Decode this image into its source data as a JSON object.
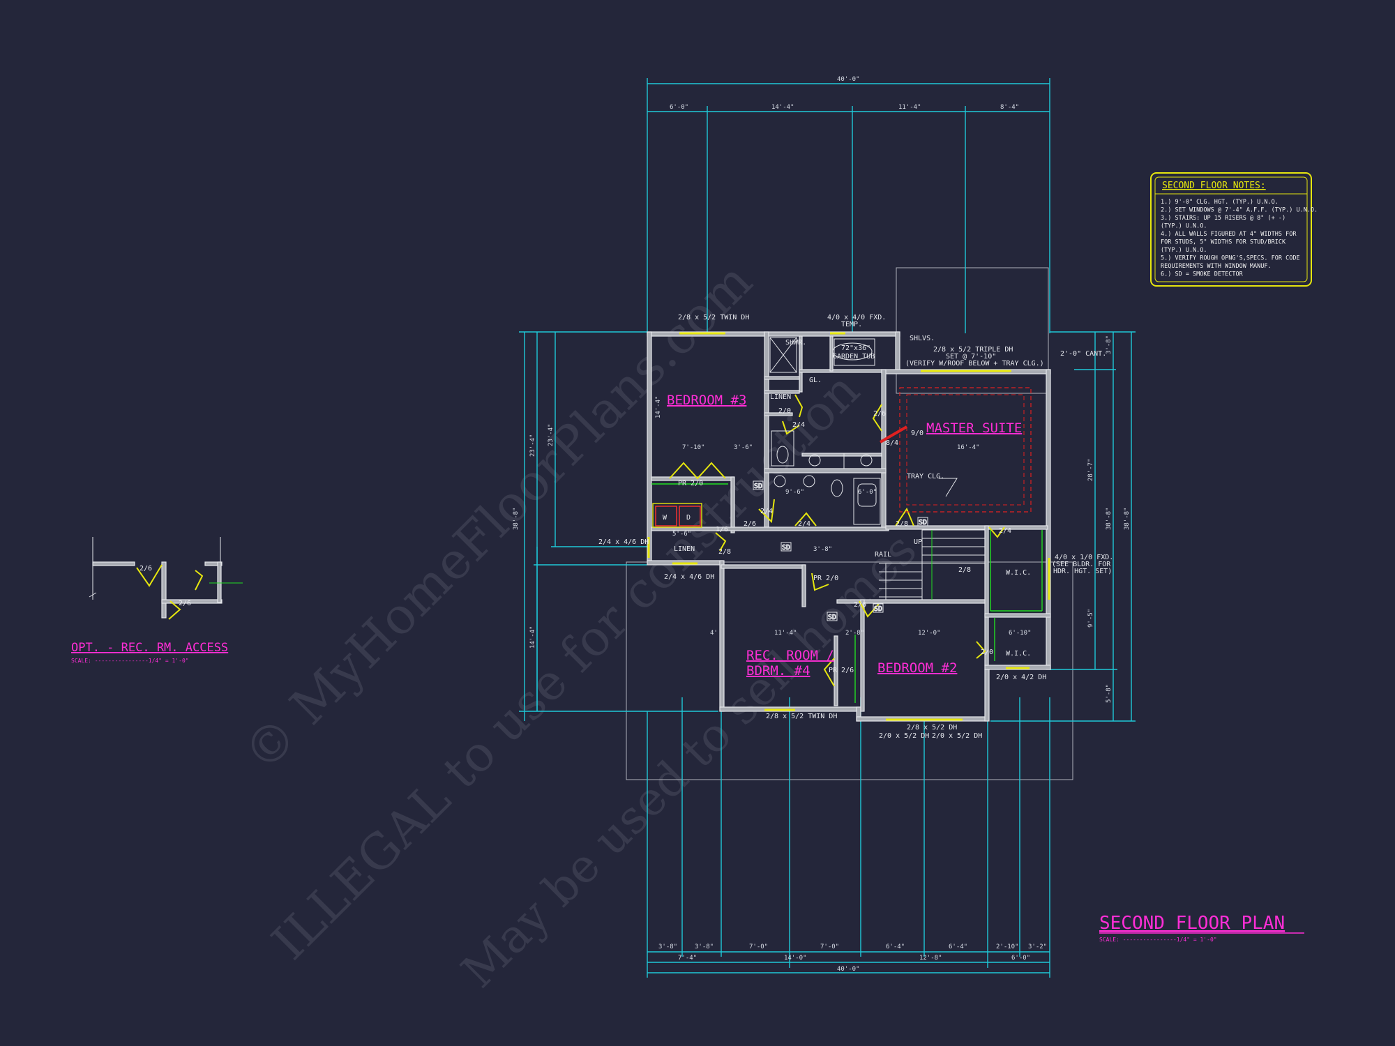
{
  "watermark": {
    "line1": "© MyHomeFloorPlans.com",
    "line2": "ILLEGAL to use for construction",
    "line3": "May be used to sell homes"
  },
  "plan_title": "SECOND FLOOR PLAN",
  "plan_scale": "SCALE: ----------------1/4\" = 1'-0\"",
  "inset_title": "OPT. - REC. RM. ACCESS",
  "inset_scale": "SCALE: ----------------1/4\" = 1'-0\"",
  "notes": {
    "title": "SECOND FLOOR NOTES:",
    "lines": [
      "1.) 9'-0\" CLG. HGT. (TYP.) U.N.O.",
      "2.) SET WINDOWS @ 7'-4\" A.F.F. (TYP.) U.N.O.",
      "3.) STAIRS: UP 15 RISERS @ 8\" (+ -)",
      "    (TYP.) U.N.O.",
      "4.) ALL WALLS FIGURED AT 4\" WIDTHS FOR",
      "    FOR STUDS, 5\" WIDTHS FOR STUD/BRICK",
      "    (TYP.) U.N.O.",
      "5.) VERIFY ROUGH OPNG'S,SPECS. FOR CODE",
      "    REQUIREMENTS WITH WINDOW MANUF.",
      "6.) SD = SMOKE DETECTOR"
    ]
  },
  "rooms": {
    "bedroom3": "BEDROOM #3",
    "master": "MASTER SUITE",
    "rec1": "REC. ROOM /",
    "rec2": "BDRM. #4",
    "bedroom2": "BEDROOM #2"
  },
  "labels": {
    "win_top_left": "2/8 x 5/2 TWIN DH",
    "win_top_mid1": "4/0 x 4/0 FXD.",
    "win_top_mid2": "TEMP.",
    "shlvs": "SHLVS.",
    "triple1": "2/8 x 5/2 TRIPLE DH",
    "triple2": "SET @ 7'-10\"",
    "triple3": "(VERIFY W/ROOF BELOW + TRAY CLG.)",
    "cant": "2'-0\" CANT.",
    "shwr": "SHWR.",
    "tub1": "72\"x36\"",
    "tub2": "GARDEN TUB",
    "gl": "GL.",
    "linen1": "LINEN",
    "linen2": "LINEN",
    "tray": "TRAY CLG.",
    "pr20a": "PR 2/0",
    "pr20b": "PR 2/0",
    "pr26": "PR 2/6",
    "win_left1": "2/4 x 4/6 DH",
    "win_left2": "2/4 x 4/6 DH",
    "rail": "RAIL",
    "up": "UP",
    "wic1": "W.I.C.",
    "wic2": "W.I.C.",
    "fxd1": "4/0 x 1/0 FXD.",
    "fxd2": "(SEE BLDR. FOR",
    "fxd3": "HDR. HGT. SET)",
    "win_rec": "2/8 x 5/2 TWIN DH",
    "win_b2a": "2/8 x 5/2 DH",
    "win_b2b": "2/0 x 5/2 DH",
    "win_b2c": "2/0 x 5/2 DH",
    "win_wic": "2/0 x 4/2 DH",
    "washer": "W",
    "dryer": "D",
    "sd": "SD",
    "d20": "2/0",
    "d24": "2/4",
    "d26": "2/6",
    "d28": "2/8",
    "d16": "1/6",
    "d90": "9/0",
    "d84": "8/4"
  },
  "dims": {
    "overall_top": "40'-0\"",
    "overall_bottom": "40'-0\"",
    "top_segments": [
      "6'-0\"",
      "14'-4\"",
      "11'-4\"",
      "8'-4\""
    ],
    "bottom_row1": [
      "3'-8\"",
      "3'-8\"",
      "7'-0\"",
      "7'-0\"",
      "6'-4\"",
      "6'-4\"",
      "2'-10\"",
      "3'-2\""
    ],
    "bottom_row2": [
      "7'-4\"",
      "14'-0\"",
      "12'-8\"",
      "6'-0\""
    ],
    "left_outer": "38'-8\"",
    "left_mid": "23'-4\"",
    "left_low": "14'-4\"",
    "right_outer": "38'-8\"",
    "right_mid": "38'-8\"",
    "right_segs": [
      "3'-8\"",
      "28'-7\"",
      "9'-5\"",
      "5'-8\""
    ],
    "interior": [
      "7'-10\"",
      "3'-6\"",
      "14'-4\"",
      "16'-4\"",
      "5'-6\"",
      "9'-6\"",
      "6'-0\"",
      "11'-4\"",
      "12'-0\"",
      "6'-10\"",
      "2'-8\"",
      "3'-8\"",
      "4'"
    ]
  }
}
